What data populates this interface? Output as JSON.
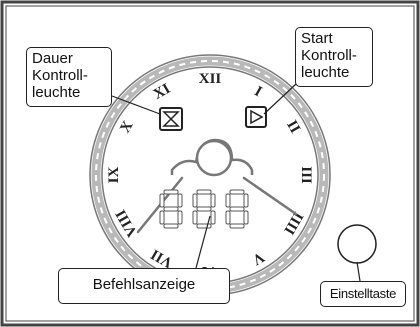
{
  "labels": {
    "dauer_line1": "Dauer",
    "dauer_line2": "Kontroll-",
    "dauer_line3": "leuchte",
    "start_line1": "Start",
    "start_line2": "Kontroll-",
    "start_line3": "leuchte",
    "befehlsanzeige": "Befehlsanzeige",
    "einstelltaste": "Einstelltaste"
  },
  "dial_numerals": [
    "XII",
    "I",
    "II",
    "III",
    "IIII",
    "V",
    "VI",
    "VII",
    "VIII",
    "IX",
    "X",
    "XI"
  ],
  "colors": {
    "frame": "#444444",
    "dial_ring": "#b8b8b8",
    "dial_outline": "#777777",
    "ink": "#111111"
  }
}
